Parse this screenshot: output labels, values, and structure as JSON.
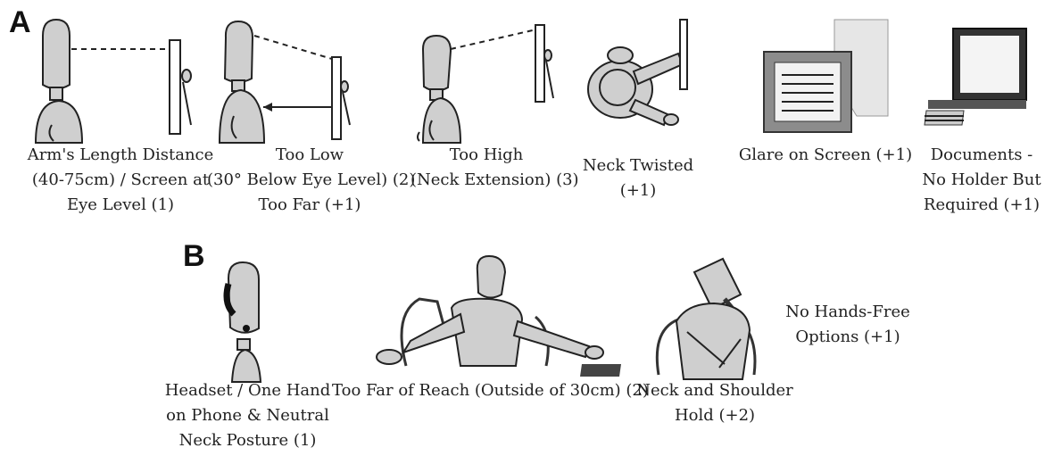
{
  "panels": {
    "a": "A",
    "b": "B"
  },
  "row_a": [
    {
      "lines": [
        "Arm's Length Distance",
        "(40-75cm) / Screen at",
        "Eye Level (1)"
      ]
    },
    {
      "lines": [
        "Too Low",
        "(30° Below Eye Level) (2)",
        "Too Far (+1)"
      ]
    },
    {
      "lines": [
        "Too High",
        "(Neck Extension) (3)"
      ]
    },
    {
      "lines": [
        "Neck Twisted",
        "(+1)"
      ]
    },
    {
      "lines": [
        "Glare on Screen (+1)"
      ]
    },
    {
      "lines": [
        "Documents -",
        "No Holder But",
        "Required (+1)"
      ]
    }
  ],
  "row_b": [
    {
      "lines": [
        "Headset / One Hand",
        "on Phone & Neutral",
        "Neck Posture (1)"
      ]
    },
    {
      "lines": [
        "Too Far of Reach (Outside of 30cm) (2)"
      ]
    },
    {
      "lines": [
        "Neck and Shoulder",
        "Hold (+2)"
      ]
    },
    {
      "lines": [
        "No Hands-Free",
        "Options (+1)"
      ]
    }
  ]
}
